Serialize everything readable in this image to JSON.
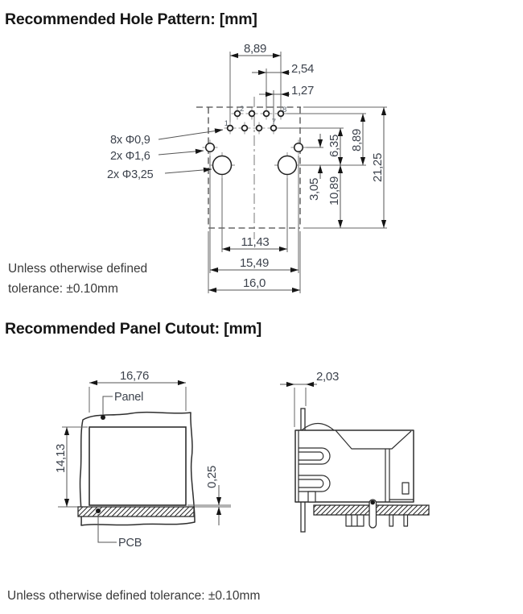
{
  "section1": {
    "heading": "Recommended Hole Pattern: [mm]",
    "note_line1": "Unless otherwise defined",
    "note_line2": "tolerance: ±0.10mm",
    "labels": {
      "pin_holes": "8x Φ0,9",
      "mount_holes": "2x Φ1,6",
      "post_holes": "2x Φ3,25"
    },
    "dims": {
      "pin_span": "8,89",
      "pin_pitch": "2,54",
      "row_offset": "1,27",
      "row1_to_posts": "6,35",
      "row2_to_posts": "8,89",
      "mount_to_posts": "3,05",
      "posts_to_bottom": "10,89",
      "total_height": "21,25",
      "post_spacing": "11,43",
      "mount_spacing": "15,49",
      "total_width": "16,0"
    },
    "pin_numbers": {
      "p1": "1",
      "p2": "2",
      "p7": "7",
      "p8": "8"
    }
  },
  "section2": {
    "heading": "Recommended Panel Cutout: [mm]",
    "note": "Unless otherwise defined tolerance: ±0.10mm",
    "front_view": {
      "dims": {
        "cutout_width": "16,76",
        "cutout_height": "14,13",
        "pcb_gap": "0,25"
      },
      "labels": {
        "panel": "Panel",
        "pcb": "PCB"
      }
    },
    "side_view": {
      "dims": {
        "protrusion": "2,03"
      }
    }
  },
  "colors": {
    "line": "#2e2e2e",
    "dim_text": "#3d434d",
    "heading": "#161616"
  }
}
